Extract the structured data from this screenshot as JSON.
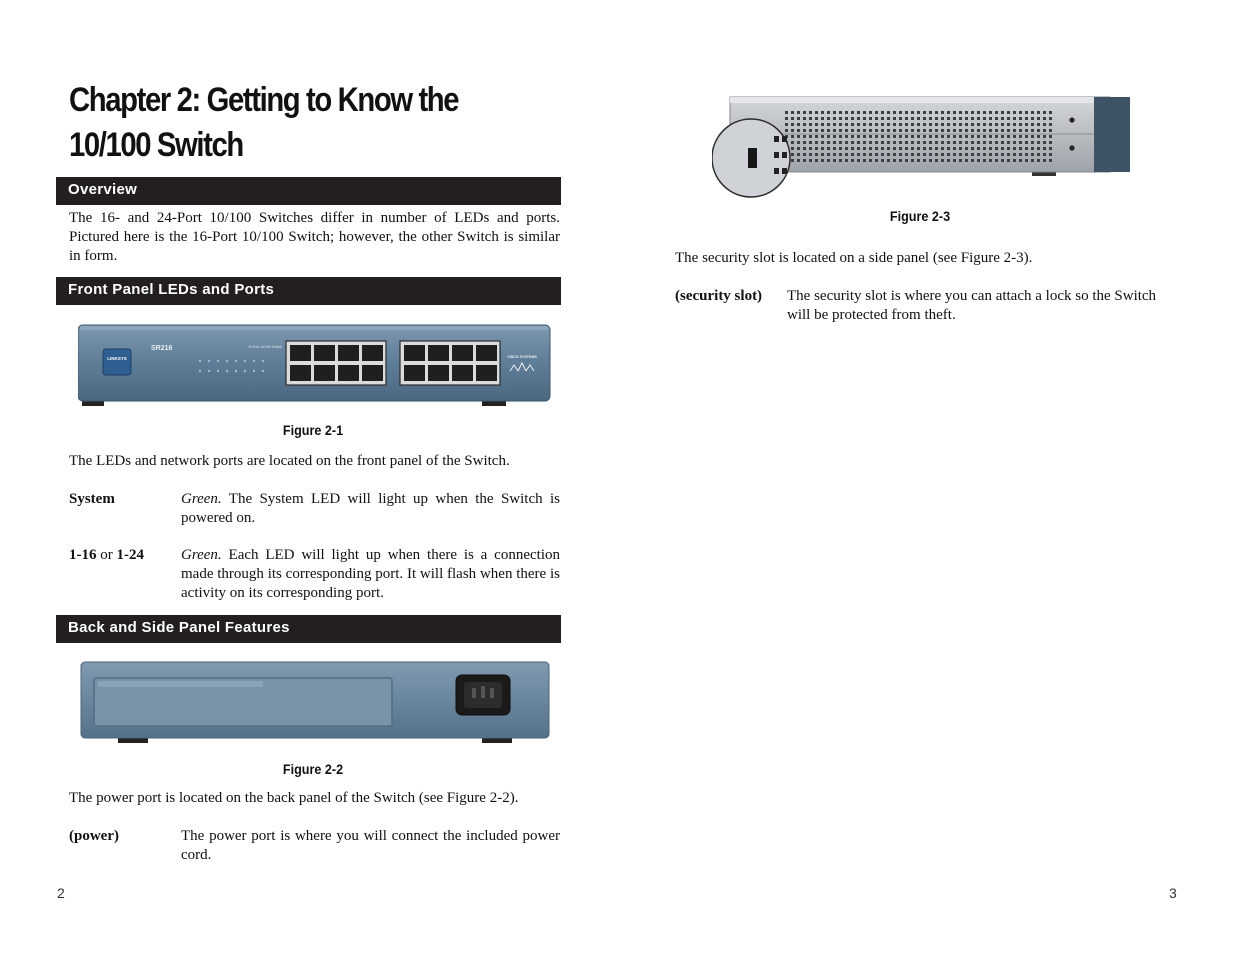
{
  "left_page": {
    "chapter_title_line1": "Chapter 2: Getting to Know the",
    "chapter_title_line2": "10/100 Switch",
    "overview": {
      "heading": "Overview",
      "text": "The 16- and 24-Port 10/100 Switches differ in number of LEDs and ports. Pictured here is the 16-Port 10/100 Switch; however, the other Switch is similar in form."
    },
    "front_panel": {
      "heading": "Front Panel LEDs and Ports",
      "device_labels": {
        "model": "SR216",
        "series": "16 Port 10/100 Switch",
        "brand": "LINKSYS",
        "maker": "CISCO SYSTEMS"
      },
      "caption": "Figure 2-1",
      "intro": "The LEDs and network ports are located on the front panel of the Switch.",
      "items": [
        {
          "term": "System",
          "desc_em": "Green.",
          "desc": " The System LED will light up when the Switch is powered on."
        },
        {
          "term_a": "1-16",
          "term_or": " or ",
          "term_b": "1-24",
          "desc_em": "Green.",
          "desc": " Each LED will light up when there is a connection made through its corresponding port. It will flash when there is activity on its corresponding port."
        }
      ]
    },
    "back_panel": {
      "heading": "Back and Side Panel Features",
      "caption": "Figure 2-2",
      "intro": "The power port is located on the back panel of the Switch (see Figure 2-2).",
      "items": [
        {
          "term": "(power)",
          "desc": "The power port is where you will connect the included power cord."
        }
      ]
    },
    "page_number": "2"
  },
  "right_page": {
    "caption": "Figure 2-3",
    "intro": "The security slot is located on a side panel (see Figure 2-3).",
    "items": [
      {
        "term": "(security slot)",
        "desc": "The security slot is where you can attach a lock so the Switch will be protected from theft."
      }
    ],
    "page_number": "3"
  },
  "colors": {
    "section_bar": "#231f20",
    "device_blue": "#5e7d97",
    "device_silver": "#b9bdc2"
  }
}
